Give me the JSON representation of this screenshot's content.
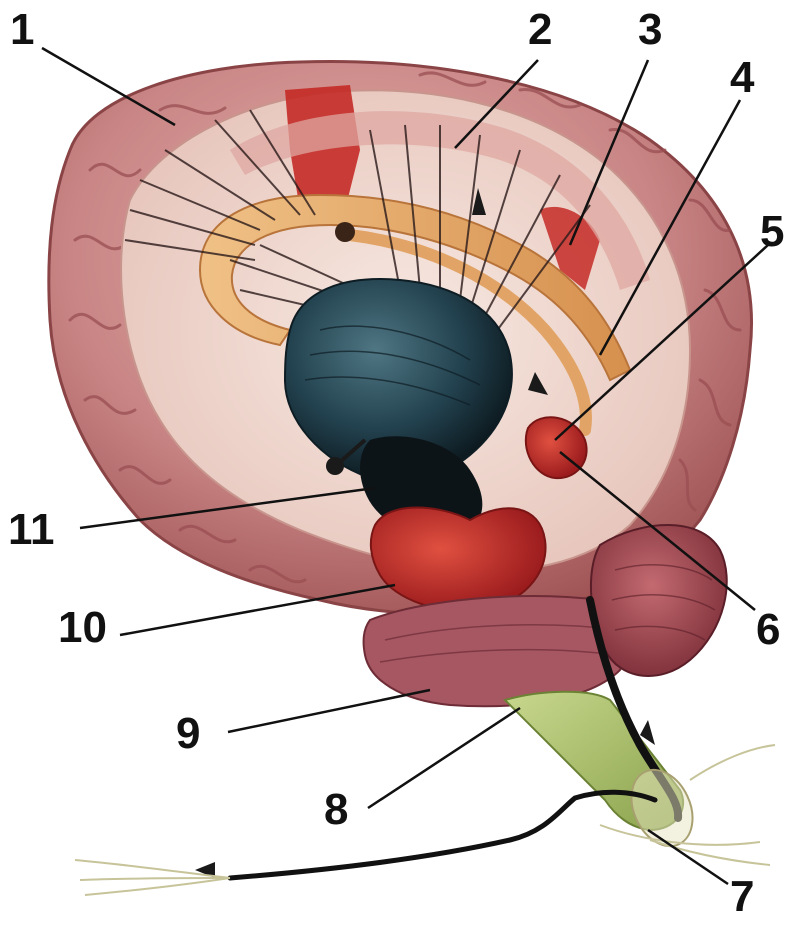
{
  "labels": [
    {
      "id": "1",
      "text": "1"
    },
    {
      "id": "2",
      "text": "2"
    },
    {
      "id": "3",
      "text": "3"
    },
    {
      "id": "4",
      "text": "4"
    },
    {
      "id": "5",
      "text": "5"
    },
    {
      "id": "6",
      "text": "6"
    },
    {
      "id": "7",
      "text": "7"
    },
    {
      "id": "8",
      "text": "8"
    },
    {
      "id": "9",
      "text": "9"
    },
    {
      "id": "10",
      "text": "10"
    },
    {
      "id": "11",
      "text": "11"
    }
  ],
  "colors": {
    "cortex": "#c98585",
    "cortex_dark": "#9e5253",
    "medial_surface": "#efd7cf",
    "corpus_callosum": "#e4a86a",
    "thalamus": "#22414e",
    "midbrain": "#c12c2b",
    "cerebellum": "#9c3e48",
    "pons": "#b06068",
    "brainstem": "#a8bf6a",
    "nerve": "#1a1a1a",
    "leader_line": "#111111"
  }
}
